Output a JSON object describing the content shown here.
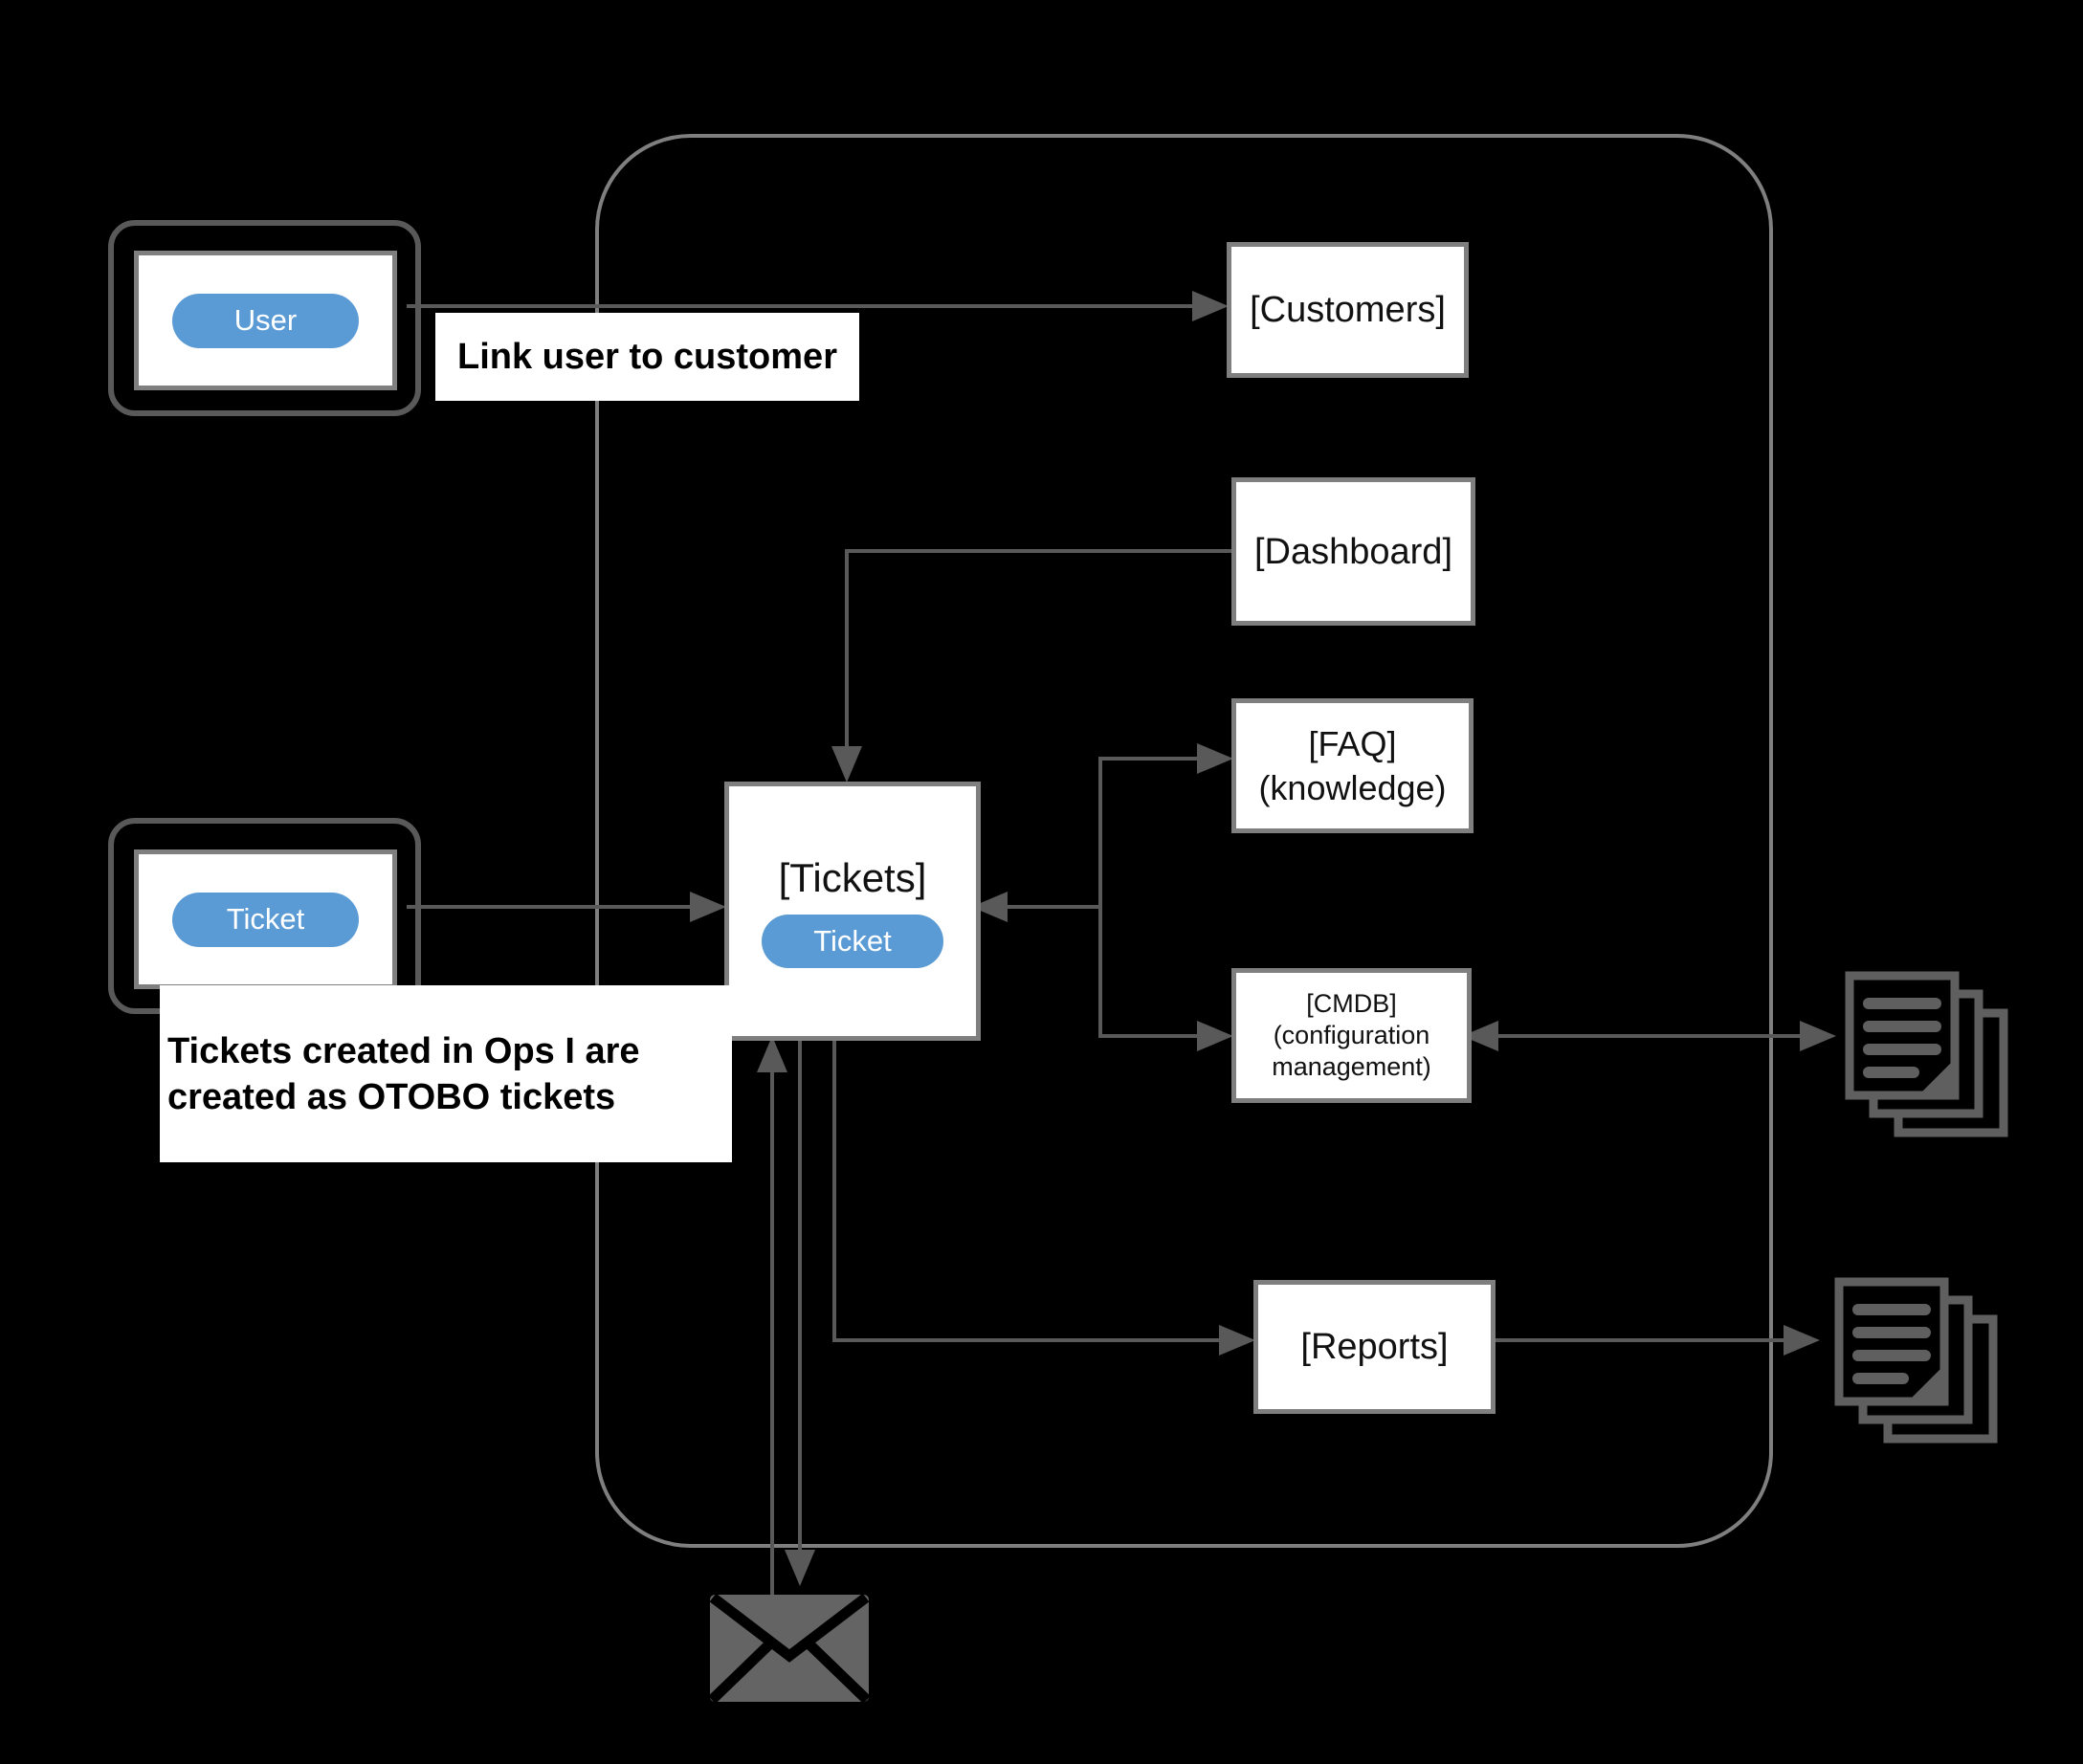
{
  "groups": {
    "user": {
      "label": "User"
    },
    "ticket": {
      "label": "Ticket"
    }
  },
  "annotations": {
    "link_user": "Link user to customer",
    "ops_line1": "Tickets created in Ops I are",
    "ops_line2": "created as OTOBO tickets"
  },
  "nodes": {
    "customers": {
      "label": "[Customers]"
    },
    "dashboard": {
      "label": "[Dashboard]"
    },
    "tickets": {
      "label": "[Tickets]",
      "pill": "Ticket"
    },
    "faq": {
      "line1": "[FAQ]",
      "line2": "(knowledge)"
    },
    "cmdb": {
      "line1": "[CMDB]",
      "line2": "(configuration",
      "line3": "management)"
    },
    "reports": {
      "label": "[Reports]"
    }
  },
  "icons": {
    "documents_top": "documents-icon",
    "documents_bottom": "documents-icon",
    "envelope": "envelope-icon"
  },
  "colors": {
    "accent_blue": "#5B9BD5",
    "line_gray": "#595959",
    "border_gray": "#7F7F7F",
    "icon_gray": "#5F5F5F",
    "background": "#000000"
  }
}
